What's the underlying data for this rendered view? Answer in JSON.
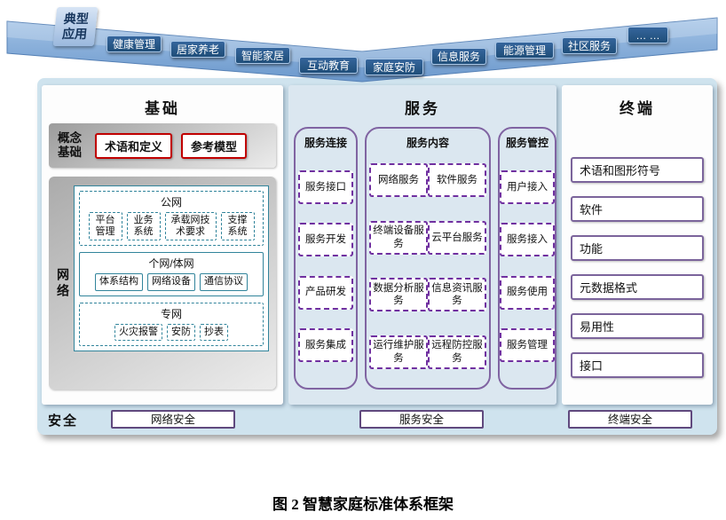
{
  "caption": "图 2  智慧家庭标准体系框架",
  "ribbon": {
    "label": "典型应用",
    "apps": [
      "健康管理",
      "居家养老",
      "智能家居",
      "互动教育",
      "家庭安防",
      "信息服务",
      "能源管理",
      "社区服务",
      "… …"
    ]
  },
  "foundation": {
    "title": "基础",
    "concept": {
      "label": "概念基础",
      "items": [
        "术语和定义",
        "参考模型"
      ]
    },
    "network": {
      "label": "网络",
      "public": {
        "title": "公网",
        "items": [
          "平台管理",
          "业务系统",
          "承载网技术要求",
          "支撑系统"
        ]
      },
      "personal": {
        "title": "个网/体网",
        "items": [
          "体系结构",
          "网络设备",
          "通信协议"
        ]
      },
      "private": {
        "title": "专网",
        "items": [
          "火灾报警",
          "安防",
          "抄表"
        ]
      }
    }
  },
  "service": {
    "title": "服务",
    "connect": {
      "title": "服务连接",
      "items": [
        "服务接口",
        "服务开发",
        "产品研发",
        "服务集成"
      ]
    },
    "content": {
      "title": "服务内容",
      "items": [
        "网络服务",
        "软件服务",
        "终端设备服务",
        "云平台服务",
        "数据分析服务",
        "信息资讯服务",
        "运行维护服务",
        "远程防控服务"
      ]
    },
    "control": {
      "title": "服务管控",
      "items": [
        "用户接入",
        "服务接入",
        "服务使用",
        "服务管理"
      ]
    }
  },
  "terminal": {
    "title": "终端",
    "items": [
      "术语和图形符号",
      "软件",
      "功能",
      "元数据格式",
      "易用性",
      "接口"
    ]
  },
  "security": {
    "label": "安全",
    "items": [
      "网络安全",
      "服务安全",
      "终端安全"
    ]
  },
  "colors": {
    "ribbon_blue": "#7fa8d9",
    "app_button_navy": "#1f4e79",
    "board_light_blue": "#cfe3ee",
    "concept_red": "#c00000",
    "network_teal": "#31849b",
    "service_purple": "#7030a0",
    "container_purple": "#8064a2",
    "terminal_purple": "#7b649b"
  }
}
